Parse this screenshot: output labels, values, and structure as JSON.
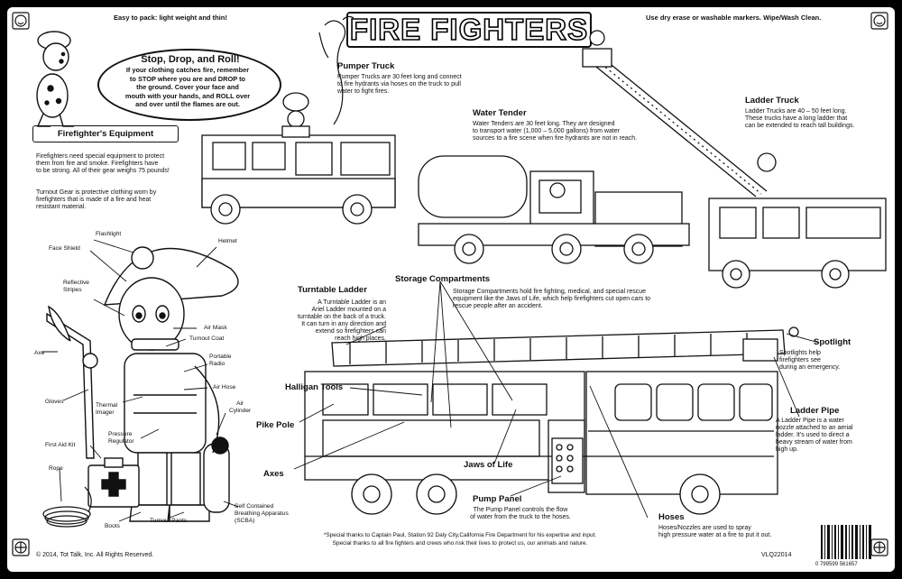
{
  "header": {
    "left_note": "Easy to pack: light weight and thin!",
    "title": "FIRE FIGHTERS",
    "right_note": "Use dry erase or washable markers. Wipe/Wash Clean."
  },
  "stop_drop_roll": {
    "heading": "Stop, Drop, and Roll!",
    "body": "If your clothing catches fire, remember\nto STOP where you are and DROP to\nthe ground. Cover your face and\nmouth with your hands, and ROLL over\nand over until the flames are out."
  },
  "equipment": {
    "heading": "Firefighter's Equipment",
    "para1": "Firefighters need special equipment to protect\nthem from fire and smoke. Firefighters have\nto be strong. All of their gear weighs 75 pounds!",
    "para2": "Turnout Gear is protective clothing worn by\nfirefighters that is made of a fire and heat\nresistant material.",
    "labels": {
      "flashlight": "Flashlight",
      "face_shield": "Face Shield",
      "helmet": "Helmet",
      "reflective_stripes": "Reflective\nStripes",
      "axe": "Axe",
      "air_mask": "Air Mask",
      "turnout_coat": "Turnout Coat",
      "portable_radio": "Portable\nRadio",
      "air_hose": "Air Hose",
      "gloves": "Gloves",
      "thermal_imager": "Thermal\nImager",
      "air_cylinder": "Air\nCylinder",
      "first_aid_kit": "First Aid Kit",
      "pressure_regulator": "Pressure\nRegulator",
      "rope": "Rope",
      "boots": "Boots",
      "turnout_pants": "Turnout Pants",
      "scba": "Self Contained\nBreathing Apparatus\n(SCBA)"
    }
  },
  "pumper": {
    "heading": "Pumper Truck",
    "body": "Pumper Trucks are 30 feet long and connect\nto fire hydrants via hoses on the truck to pull\nwater to fight fires."
  },
  "tender": {
    "heading": "Water Tender",
    "body": "Water Tenders are 30 feet long. They are designed\nto transport water (1,000 – 5,000 gallons) from water\nsources to a fire scene when fire hydrants are not in reach."
  },
  "ladder_truck": {
    "heading": "Ladder Truck",
    "body": "Ladder Trucks are 40 – 50 feet long.\nThese trucks have a long ladder that\ncan be extended to reach tall buildings."
  },
  "parts": {
    "turntable": {
      "heading": "Turntable Ladder",
      "body": "A Turntable Ladder is an\nAriel Ladder mounted on a\nturntable on the back of a truck.\nIt can turn in any direction and\nextend so firefighters can\nreach high places."
    },
    "storage": {
      "heading": "Storage Compartments",
      "body": "Storage Compartments hold fire fighting, medical, and special rescue\nequipment like the Jaws of Life, which help firefighters cut open cars to\nrescue people after an accident."
    },
    "spotlight": {
      "heading": "Spotlight",
      "body": "Spotlights help\nfirefighters see\nduring an emergency."
    },
    "ladder_pipe": {
      "heading": "Ladder Pipe",
      "body": "A Ladder Pipe is a water\nnozzle attached to an aerial\nladder. It's used to direct a\nheavy stream of water from\nhigh up."
    },
    "halligan": {
      "heading": "Halligan Tools"
    },
    "pike_pole": {
      "heading": "Pike Pole"
    },
    "axes": {
      "heading": "Axes"
    },
    "jaws": {
      "heading": "Jaws of Life"
    },
    "pump_panel": {
      "heading": "Pump Panel",
      "body": "The Pump Panel controls the flow\nof water from the truck to the hoses."
    },
    "hoses": {
      "heading": "Hoses",
      "body": "Hoses/Nozzles are used to spray\nhigh pressure water at a fire to put it out."
    }
  },
  "footer": {
    "copyright": "© 2014, Tot Talk, Inc. All Rights Reserved.",
    "thanks1": "*Special thanks to Captain Paul, Station 92 Daly City,California Fire Department for his expertise and input.",
    "thanks2": "Special thanks to all fire fighters and crews who risk their lives to protect us, our animals and nature.",
    "code": "VLQ22014",
    "barcode_number": "0  799599  561657"
  }
}
